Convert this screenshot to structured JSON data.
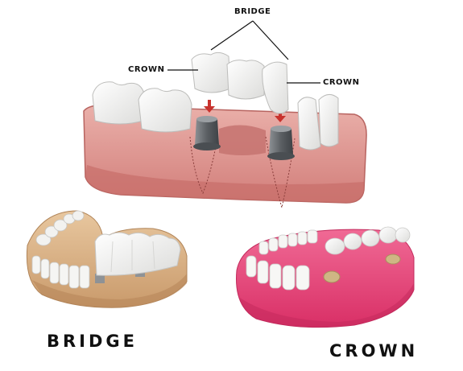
{
  "labels": {
    "bridge_top": "BRIDGE",
    "crown_left": "CROWN",
    "crown_right": "CROWN",
    "bridge_bottom": "BRIDGE",
    "crown_bottom": "CROWN"
  },
  "colors": {
    "gum": "#dc8d8a",
    "gum_dark": "#b86460",
    "gum_light": "#eab2ac",
    "tooth": "#f6f6f4",
    "abutment": "#6e7276",
    "arrow": "#c8322d",
    "model_base": "#dcb288",
    "pink_gum": "#e8467c",
    "implant_cap": "#cfb684"
  }
}
